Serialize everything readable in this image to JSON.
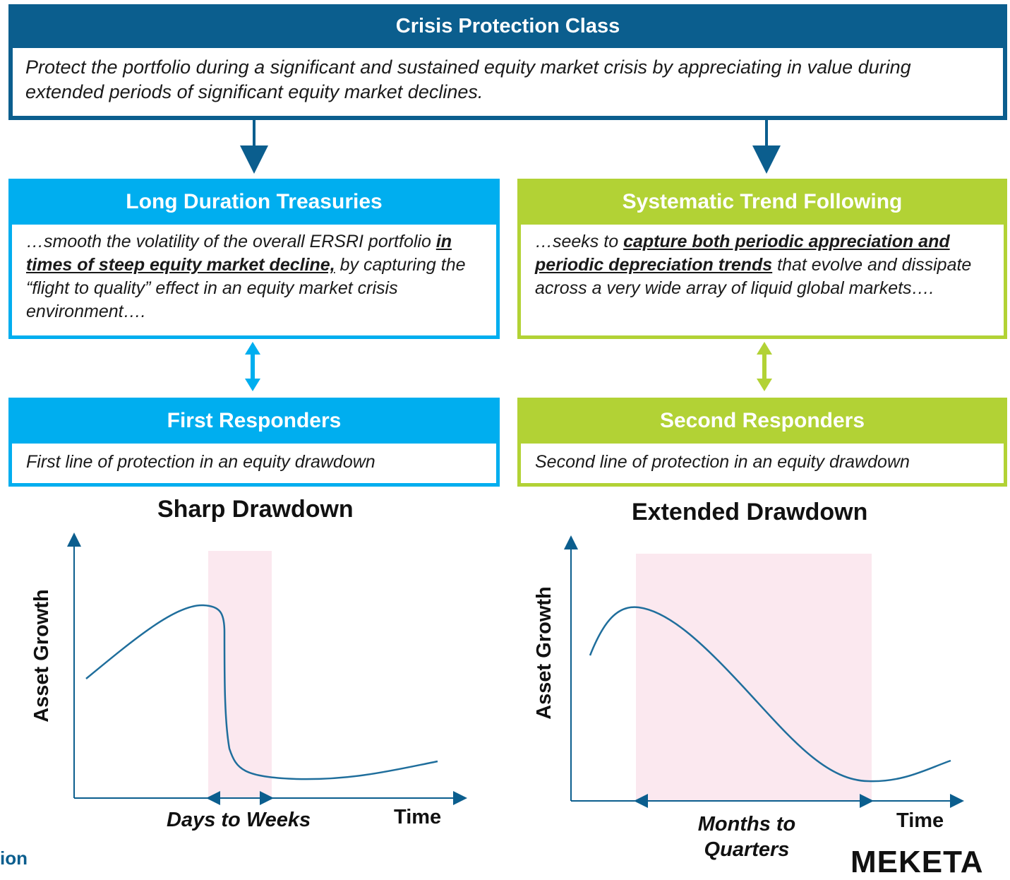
{
  "top": {
    "title": "Crisis Protection Class",
    "description": "Protect the portfolio during a significant and sustained equity market crisis by appreciating in value during extended periods of significant equity market declines."
  },
  "left_branch": {
    "title": "Long Duration Treasuries",
    "text_1": "…smooth the volatility of the overall ERSRI portfolio ",
    "text_emphasis": "in times of steep equity market decline,",
    "text_2": " by capturing the “flight to quality” effect in an equity market crisis environment….",
    "responder_title": "First Responders",
    "responder_text": "First line of protection in an equity drawdown"
  },
  "right_branch": {
    "title": "Systematic Trend Following",
    "text_1": "…seeks to ",
    "text_emphasis": "capture both periodic appreciation and periodic depreciation trends",
    "text_2": " that evolve and dissipate across a very wide array of liquid global markets….",
    "responder_title": "Second Responders",
    "responder_text": "Second line of protection in an equity drawdown"
  },
  "charts": {
    "left": {
      "title": "Sharp Drawdown",
      "ylabel": "Asset Growth",
      "xlabel": "Time",
      "span_label": "Days to Weeks"
    },
    "right": {
      "title": "Extended Drawdown",
      "ylabel": "Asset Growth",
      "xlabel": "Time",
      "span_label": "Months to Quarters"
    }
  },
  "footer": {
    "left_fragment": "ion",
    "logo": "MEKETA"
  },
  "colors": {
    "navy": "#0b5e8e",
    "blue": "#00aeef",
    "green": "#b2d235",
    "shade": "#fbe8ef",
    "curve": "#1f6e9c"
  }
}
